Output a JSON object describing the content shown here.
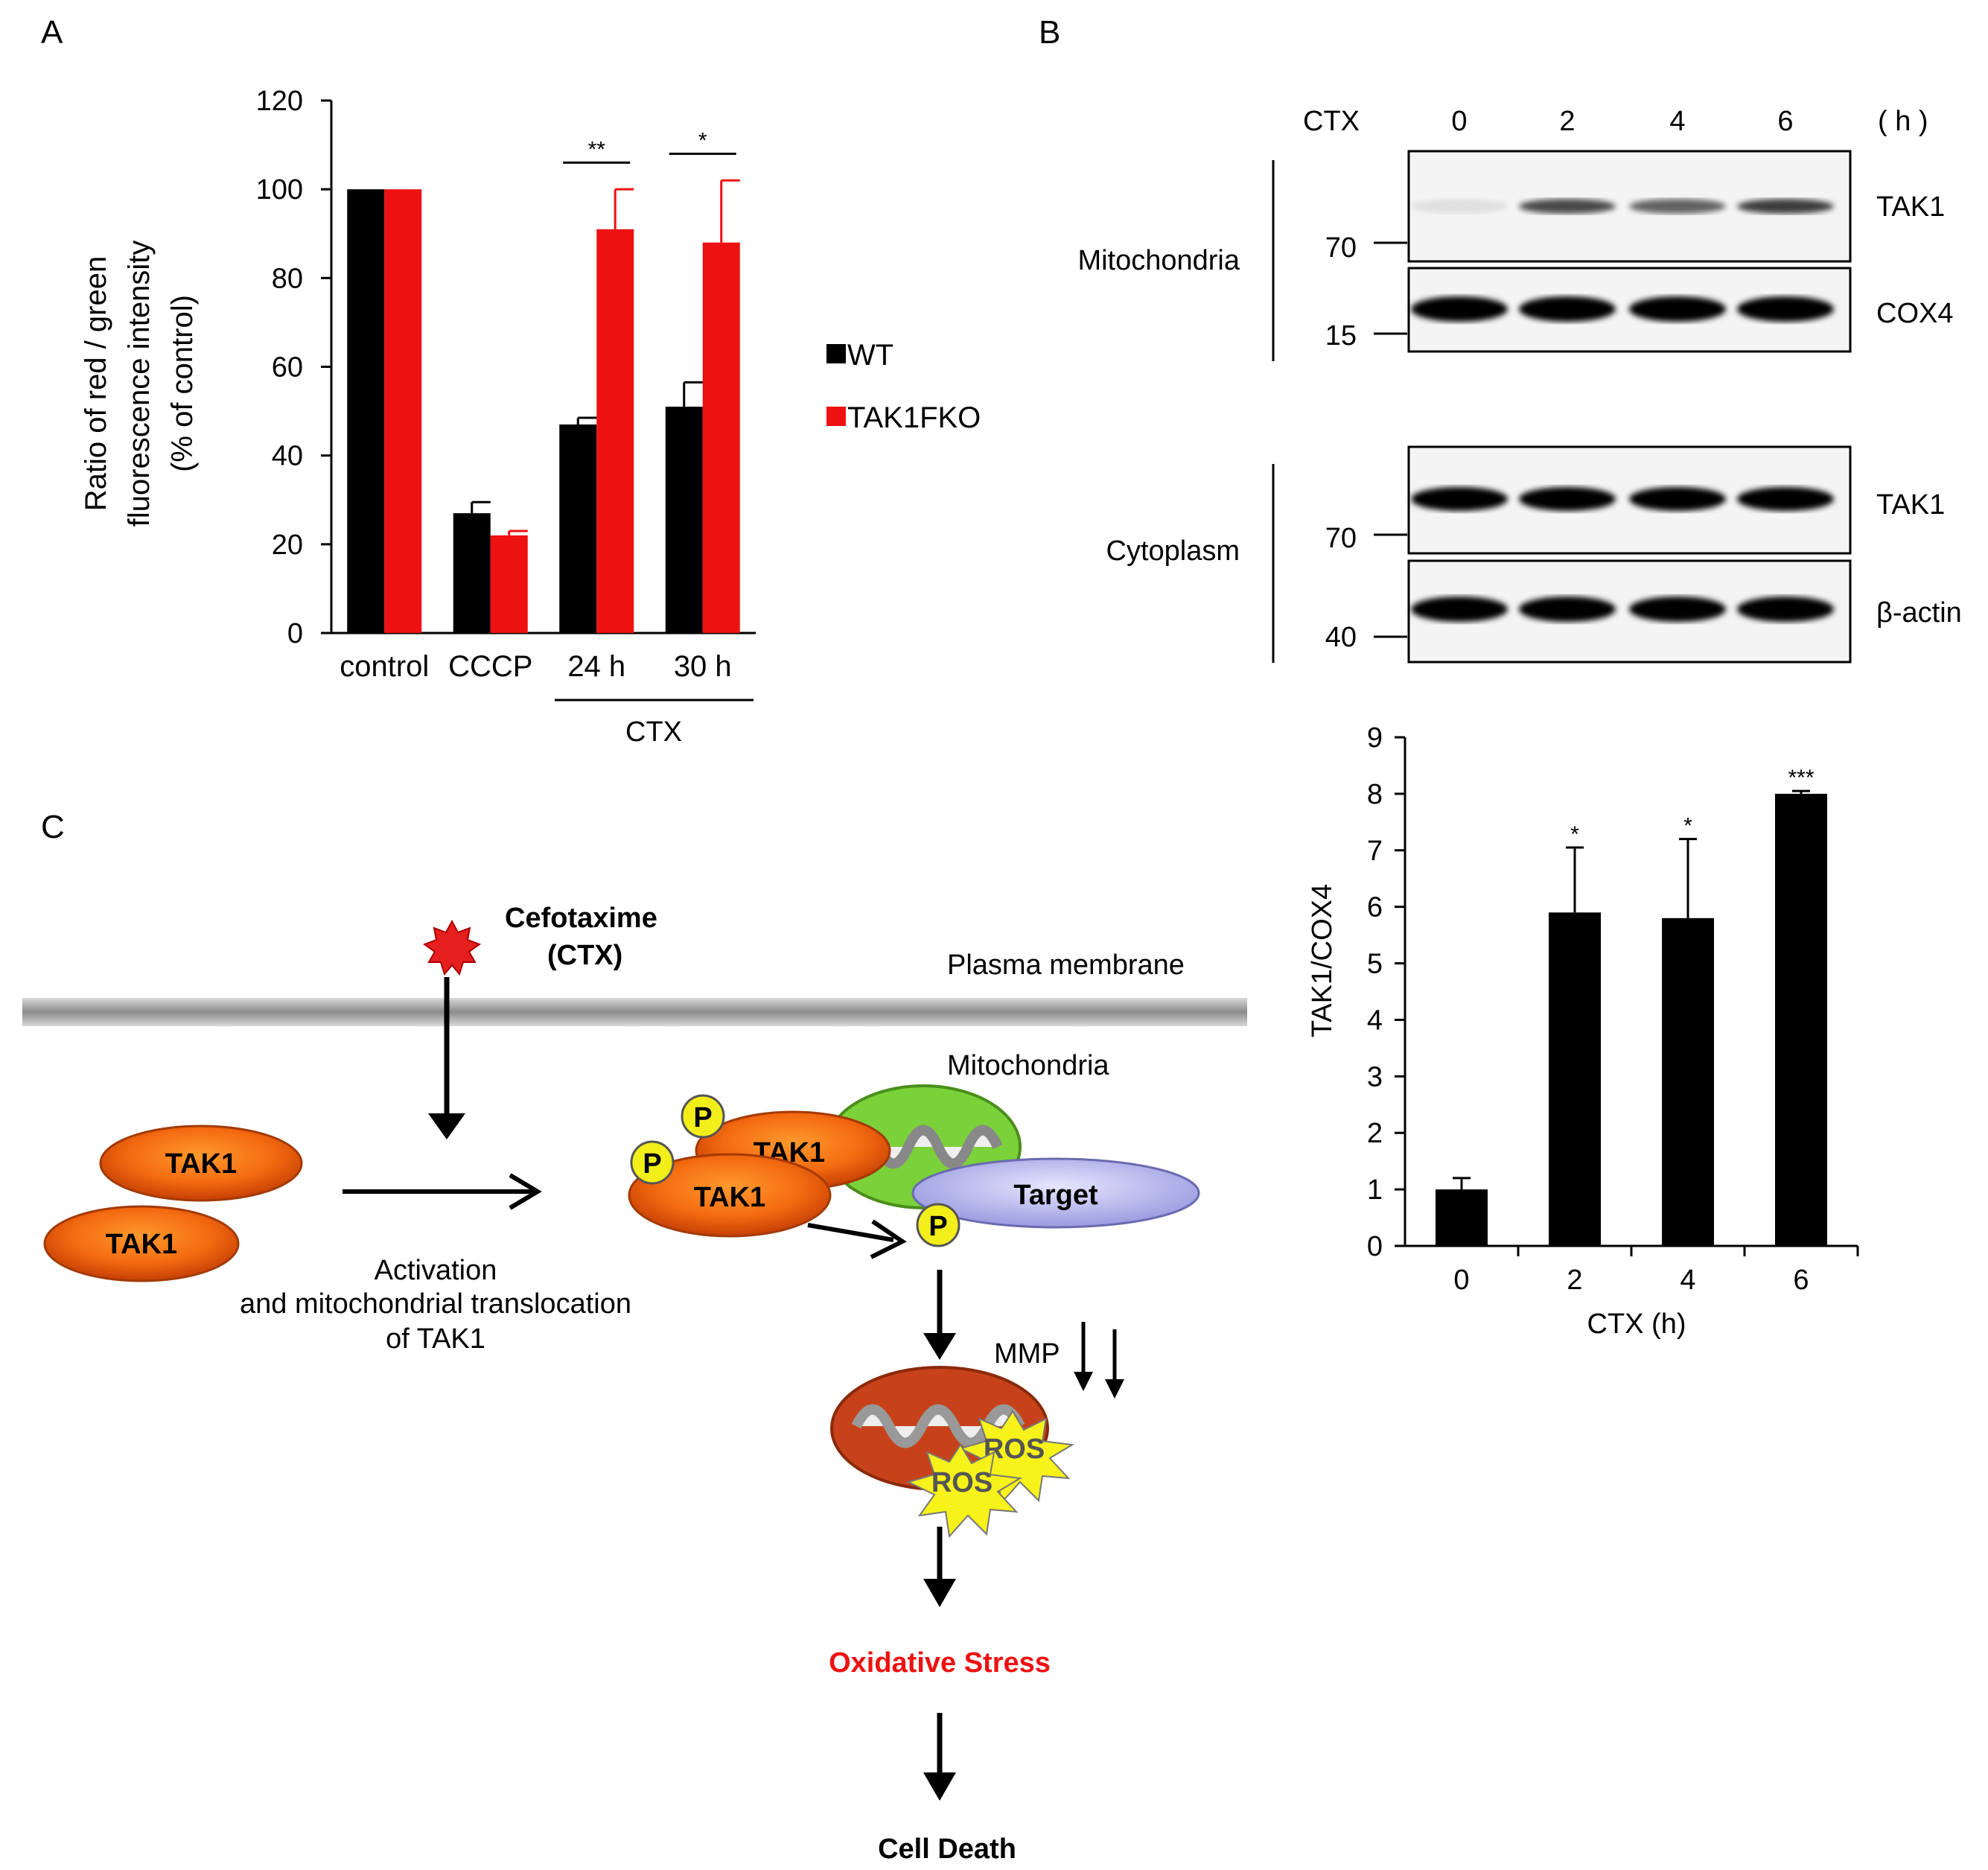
{
  "panels": {
    "a": "A",
    "b": "B",
    "c": "C"
  },
  "chart_data": [
    {
      "type": "bar",
      "ylabel": [
        "Ratio of red / green",
        "fluorescence intensity",
        "(% of control)"
      ],
      "xlabel": "",
      "ylim": [
        0,
        120
      ],
      "yticks": [
        "0",
        "20",
        "40",
        "60",
        "80",
        "100",
        "120"
      ],
      "categories": [
        "control",
        "CCCP",
        "24 h",
        "30 h"
      ],
      "group_label": "CTX",
      "series": [
        {
          "name": "WT",
          "color": "#000000",
          "values": [
            100,
            27,
            47,
            51
          ],
          "errors": [
            0,
            2.5,
            1.5,
            5.5
          ]
        },
        {
          "name": "TAK1FKO",
          "color": "#ee1111",
          "values": [
            100,
            22,
            91,
            88
          ],
          "errors": [
            0,
            1,
            9,
            14
          ]
        }
      ],
      "significance": [
        "",
        "",
        "**",
        "*"
      ],
      "legend": "right"
    },
    {
      "type": "bar",
      "ylabel": "TAK1/COX4",
      "xlabel": "CTX (h)",
      "ylim": [
        0,
        9
      ],
      "yticks": [
        "0",
        "1",
        "2",
        "3",
        "4",
        "5",
        "6",
        "7",
        "8",
        "9"
      ],
      "categories": [
        "0",
        "2",
        "4",
        "6"
      ],
      "values": [
        1.0,
        5.9,
        5.8,
        8.0
      ],
      "errors": [
        0.2,
        1.15,
        1.4,
        0.05
      ],
      "significance": [
        "",
        "*",
        "*",
        "***"
      ],
      "color": "#000000"
    }
  ],
  "blot": {
    "header_ctx": "CTX",
    "timepoints": [
      "0",
      "2",
      "4",
      "6"
    ],
    "unit": "( h )",
    "mito_label": "Mitochondria",
    "cyto_label": "Cytoplasm",
    "markers": {
      "m70a": "70",
      "m15": "15",
      "m70b": "70",
      "m40": "40"
    },
    "bands": {
      "tak1_mito": "TAK1",
      "cox4": "COX4",
      "tak1_cyto": "TAK1",
      "actin": "β-actin"
    },
    "tak1_mito_intensity": [
      0.08,
      0.7,
      0.6,
      0.75
    ]
  },
  "diagram": {
    "cefotaxime": "Cefotaxime",
    "ctx": "(CTX)",
    "plasma_membrane": "Plasma membrane",
    "mitochondria": "Mitochondria",
    "tak1": "TAK1",
    "p": "P",
    "target": "Target",
    "activation": [
      "Activation",
      "and mitochondrial translocation",
      "of TAK1"
    ],
    "mmp": "MMP",
    "ros": "ROS",
    "oxidative": "Oxidative Stress",
    "cell_death": "Cell Death",
    "oxidative_color": "#ee1111"
  }
}
